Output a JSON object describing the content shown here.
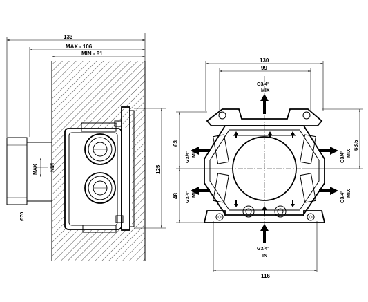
{
  "side_view": {
    "dim_overall": "133",
    "dim_max": "MAX - 106",
    "dim_min": "MIN - 81",
    "dim_height": "125",
    "dim_diameter": "Ø70",
    "label_min": "MIN",
    "label_max": "MAX"
  },
  "front_view": {
    "dim_top_outer": "130",
    "dim_top_inner": "99",
    "dim_bottom": "116",
    "dim_left_upper": "63",
    "dim_left_lower": "48",
    "dim_right": "68.5",
    "port_top_label": "G3/4\"",
    "port_top_sub": "MIX",
    "port_bottom_label": "G3/4\"",
    "port_bottom_sub": "IN",
    "port_side_label": "G3/4\"",
    "port_side_sub": "MIX"
  }
}
